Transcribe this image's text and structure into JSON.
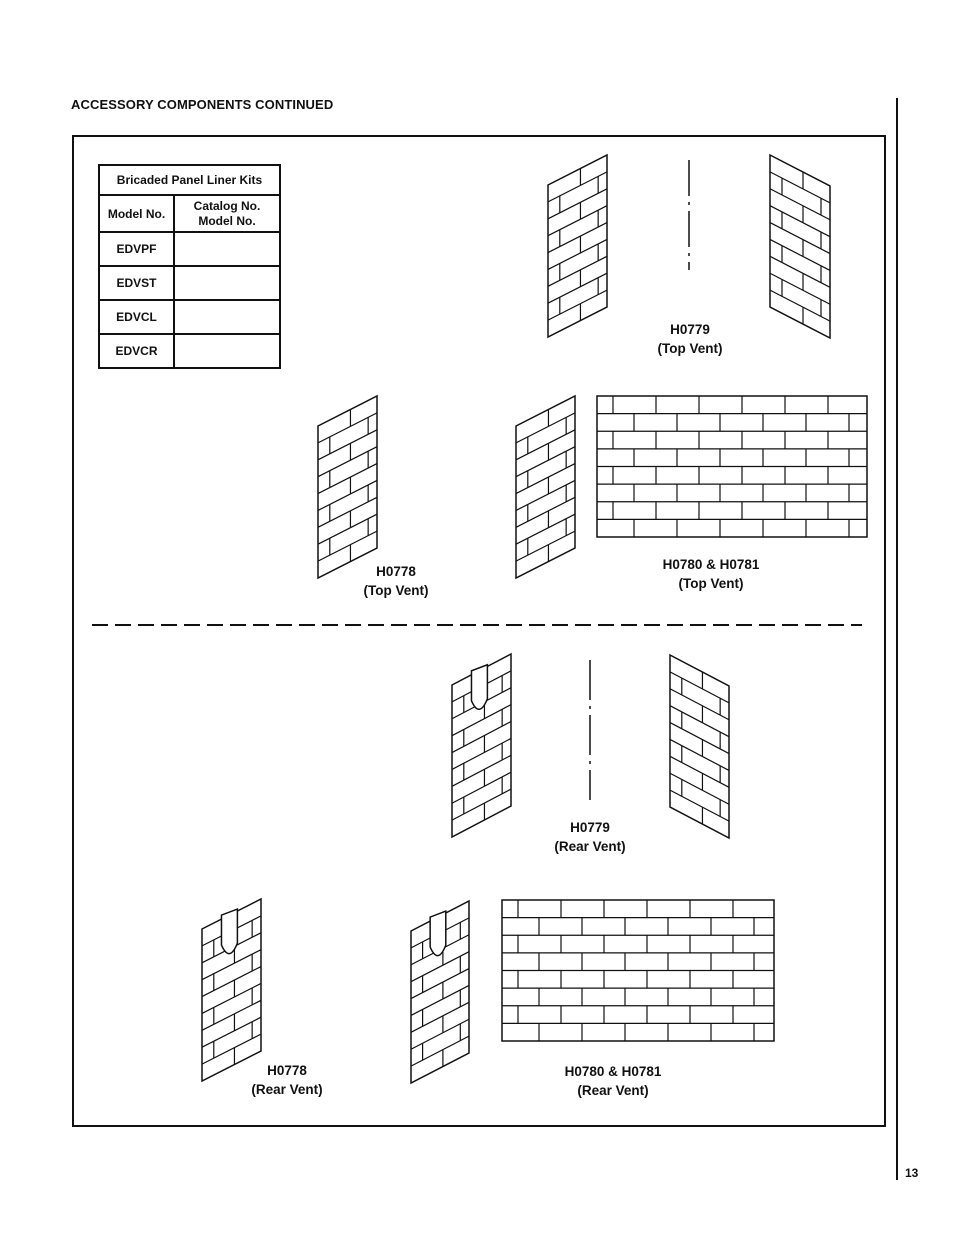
{
  "heading": "ACCESSORY COMPONENTS CONTINUED",
  "page_number": "13",
  "table": {
    "caption": "Bricaded Panel Liner Kits",
    "col1": "Model No.",
    "col2_line1": "Catalog No.",
    "col2_line2": "Model No.",
    "rows": [
      {
        "model": "EDVPF",
        "catalog": ""
      },
      {
        "model": "EDVST",
        "catalog": ""
      },
      {
        "model": "EDVCL",
        "catalog": ""
      },
      {
        "model": "EDVCR",
        "catalog": ""
      }
    ]
  },
  "labels": {
    "top_h0779_part": "H0779",
    "top_h0779_vent": "(Top Vent)",
    "top_h0778_part": "H0778",
    "top_h0778_vent": "(Top Vent)",
    "top_h0780_part": "H0780 & H0781",
    "top_h0780_vent": "(Top Vent)",
    "rear_h0779_part": "H0779",
    "rear_h0779_vent": "(Rear Vent)",
    "rear_h0778_part": "H0778",
    "rear_h0778_vent": "(Rear Vent)",
    "rear_h0780_part": "H0780 & H0781",
    "rear_h0780_vent": "(Rear Vent)"
  }
}
